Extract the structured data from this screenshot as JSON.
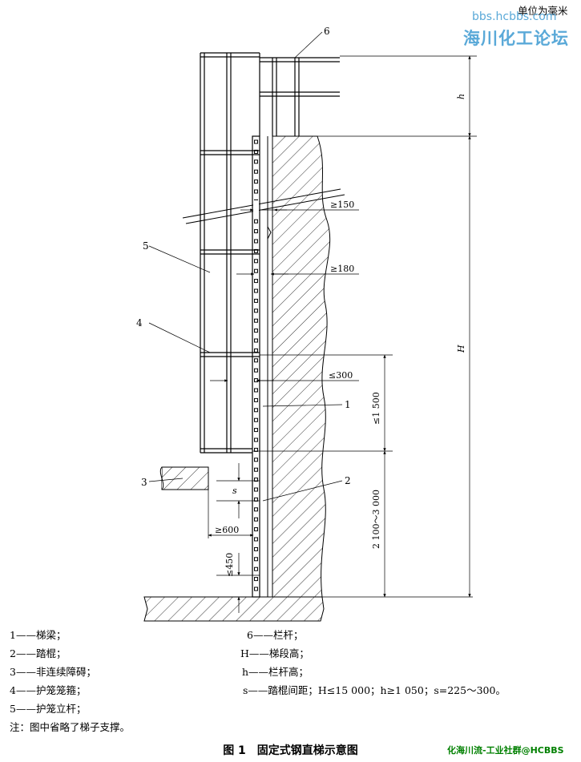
{
  "header": {
    "unit": "单位为毫米"
  },
  "watermark": {
    "site": "bbs.hcbbs.com",
    "forum": "海川化工论坛"
  },
  "callouts": [
    "1",
    "2",
    "3",
    "4",
    "5",
    "6"
  ],
  "dimensions": {
    "min150": "≥150",
    "min180": "≥180",
    "max300": "≤300",
    "max1500": "≤1 500",
    "min600": "≥600",
    "max450": "≤450",
    "range2100_3000": "2 100～3 000",
    "s": "s",
    "h": "h",
    "H": "H"
  },
  "legend": [
    "1——梯梁；",
    "2——踏棍；",
    "3——非连续障碍；",
    "4——护笼笼箍；",
    "5——护笼立杆；",
    "6——栏杆；",
    "H——梯段高；",
    "h——栏杆高；",
    "s——踏棍间距；H≤15 000；h≥1 050；s=225～300。"
  ],
  "note": "注：图中省略了梯子支撑。",
  "caption": "图 1　固定式钢直梯示意图",
  "credit": "化海川流-工业社群@HCBBS",
  "colors": {
    "watermark": "#5aa9d8",
    "credit": "#008000"
  }
}
